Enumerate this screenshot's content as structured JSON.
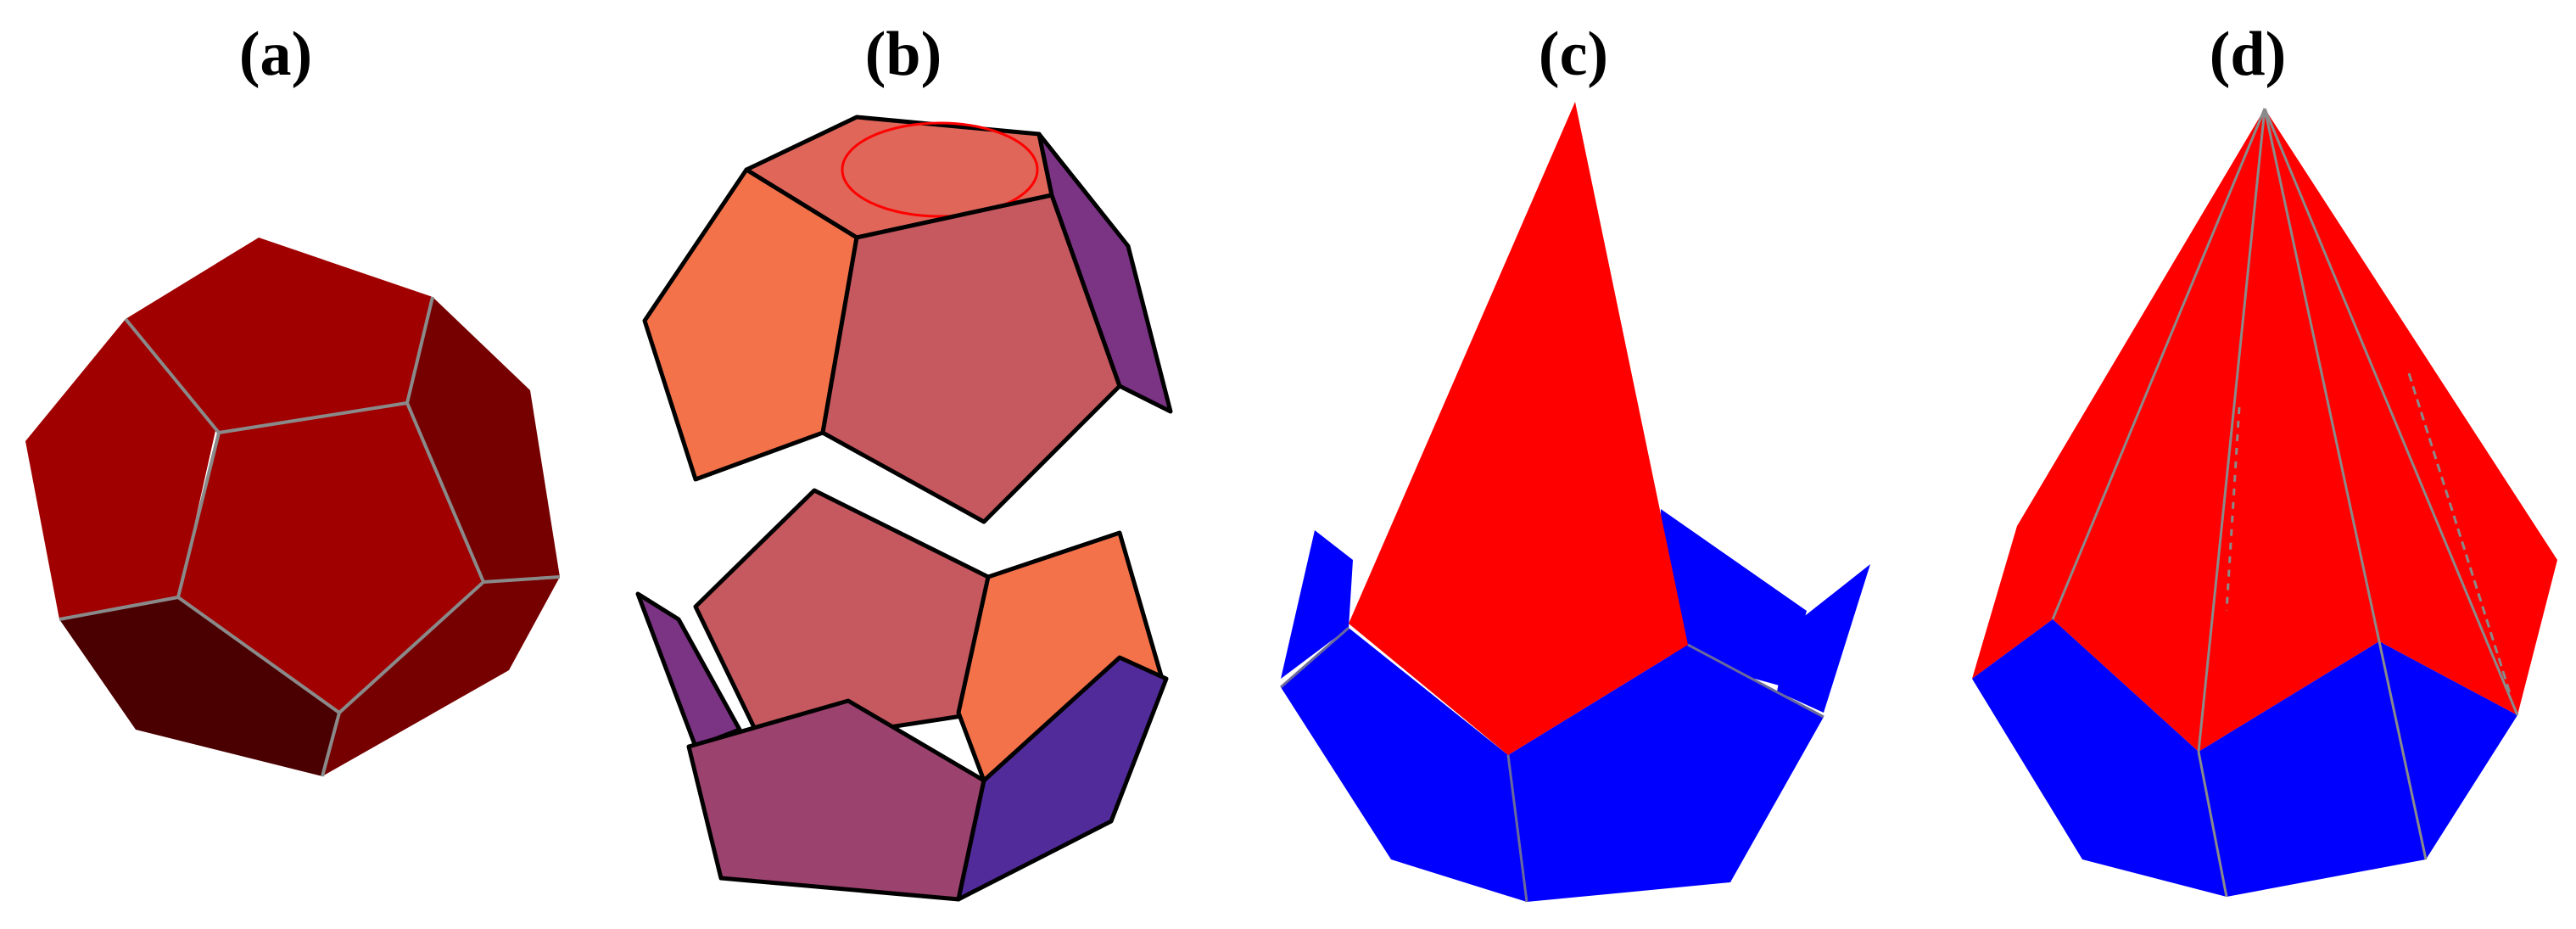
{
  "figure": {
    "panels": [
      {
        "label": "(a)",
        "shape": "regular dodecahedron"
      },
      {
        "label": "(b)",
        "shape": "dodecahedron opened into two halves"
      },
      {
        "label": "(c)",
        "shape": "pentagonal pyramid on half dodecahedron"
      },
      {
        "label": "(d)",
        "shape": "closed pentagonal pyramid on half dodecahedron"
      }
    ]
  },
  "colors": {
    "background": "#ffffff",
    "dodeca_front": "#a00000",
    "dodeca_dark": "#720000",
    "dodeca_darkest": "#4a0000",
    "open_orange": "#f4724a",
    "open_rose": "#c6595f",
    "open_top": "#e0665a",
    "open_purple": "#7b3384",
    "open_violet": "#9c426f",
    "open_indigo": "#512b9a",
    "pyramid_red": "#ff0000",
    "base_blue": "#0000ff",
    "edge_gray": "#888888",
    "edge_black": "#000000"
  }
}
